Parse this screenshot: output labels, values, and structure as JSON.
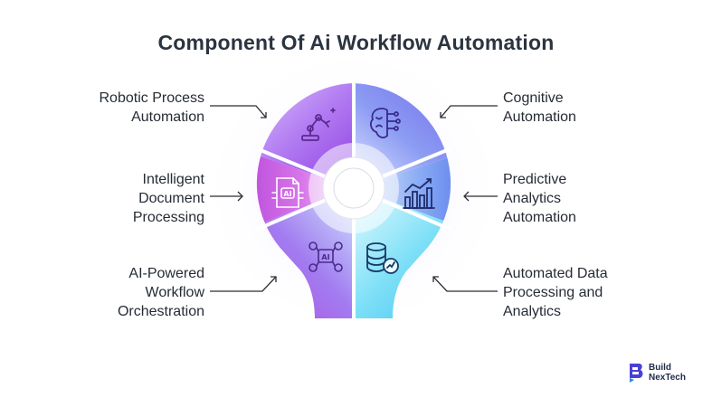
{
  "title": "Component Of Ai Workflow Automation",
  "components": [
    {
      "lines": [
        "Robotic Process",
        "Automation"
      ],
      "icon": "robotic-arm-icon"
    },
    {
      "lines": [
        "Intelligent",
        "Document",
        "Processing"
      ],
      "icon": "ai-document-icon"
    },
    {
      "lines": [
        "AI-Powered",
        "Workflow",
        "Orchestration"
      ],
      "icon": "ai-gears-icon"
    },
    {
      "lines": [
        "Cognitive",
        "Automation"
      ],
      "icon": "brain-circuit-icon"
    },
    {
      "lines": [
        "Predictive",
        "Analytics",
        "Automation"
      ],
      "icon": "bar-chart-trend-icon"
    },
    {
      "lines": [
        "Automated Data",
        "Processing and",
        "Analytics"
      ],
      "icon": "database-chart-icon"
    }
  ],
  "logo": {
    "line1": "Build",
    "line2": "NexTech"
  },
  "colors": {
    "title": "#2b3440",
    "purple": "#9b4fe0",
    "magenta": "#c64bd9",
    "blue": "#5a6fe8",
    "cyan": "#4ad3f0"
  }
}
